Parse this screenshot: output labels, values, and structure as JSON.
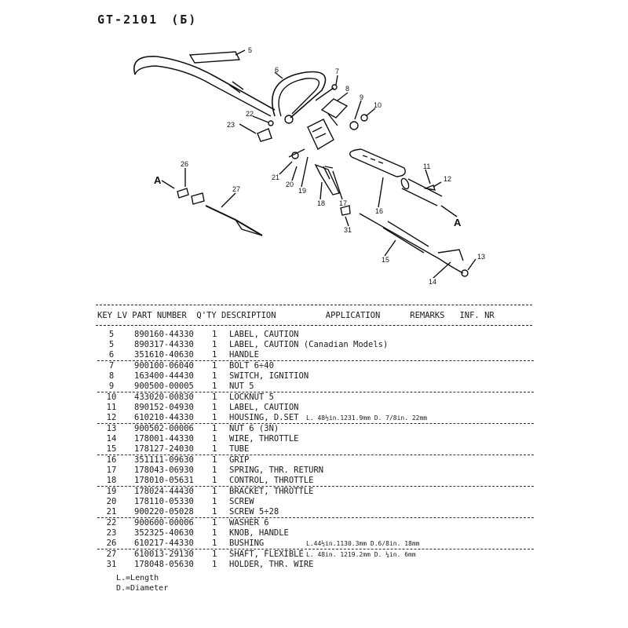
{
  "document": {
    "title": "GT-2101　(Б)"
  },
  "diagram": {
    "callouts": [
      "5",
      "6",
      "7",
      "8",
      "9",
      "10",
      "11",
      "12",
      "13",
      "14",
      "15",
      "16",
      "17",
      "18",
      "19",
      "20",
      "21",
      "22",
      "23",
      "26",
      "27",
      "31"
    ],
    "ref_marks": [
      "A",
      "A"
    ]
  },
  "table": {
    "header": "KEY LV PART NUMBER  Q'TY DESCRIPTION          APPLICATION      REMARKS   INF. NR",
    "rows": [
      {
        "key": "5",
        "part": "890160-44330",
        "qty": "1",
        "desc": "LABEL, CAUTION",
        "note": "",
        "u": false
      },
      {
        "key": "5",
        "part": "890317-44330",
        "qty": "1",
        "desc": "LABEL, CAUTION (Canadian Models)",
        "note": "",
        "u": false
      },
      {
        "key": "6",
        "part": "351610-40630",
        "qty": "1",
        "desc": "HANDLE",
        "note": "",
        "u": true
      },
      {
        "key": "7",
        "part": "900100-06040",
        "qty": "1",
        "desc": "BOLT  6÷40",
        "note": "",
        "u": false
      },
      {
        "key": "8",
        "part": "163400-44430",
        "qty": "1",
        "desc": "SWITCH, IGNITION",
        "note": "",
        "u": false
      },
      {
        "key": "9",
        "part": "900500-00005",
        "qty": "1",
        "desc": "NUT  5",
        "note": "",
        "u": true
      },
      {
        "key": "10",
        "part": "433020-00830",
        "qty": "1",
        "desc": "LOCKNUT  5",
        "note": "",
        "u": false
      },
      {
        "key": "11",
        "part": "890152-04930",
        "qty": "1",
        "desc": "LABEL, CAUTION",
        "note": "",
        "u": false
      },
      {
        "key": "12",
        "part": "610210-44330",
        "qty": "1",
        "desc": "HOUSING, D.SET",
        "note": "L. 48½in.1231.9mm D. 7/8in. 22mm",
        "u": true
      },
      {
        "key": "13",
        "part": "900502-00006",
        "qty": "1",
        "desc": "NUT 6  (3N)",
        "note": "",
        "u": false
      },
      {
        "key": "14",
        "part": "178001-44330",
        "qty": "1",
        "desc": "WIRE, THROTTLE",
        "note": "",
        "u": false
      },
      {
        "key": "15",
        "part": "178127-24030",
        "qty": "1",
        "desc": "TUBE",
        "note": "",
        "u": true
      },
      {
        "key": "16",
        "part": "351111-09630",
        "qty": "1",
        "desc": "GRIP",
        "note": "",
        "u": false
      },
      {
        "key": "17",
        "part": "178043-06930",
        "qty": "1",
        "desc": "SPRING, THR. RETURN",
        "note": "",
        "u": false
      },
      {
        "key": "18",
        "part": "178010-05631",
        "qty": "1",
        "desc": "CONTROL, THROTTLE",
        "note": "",
        "u": true
      },
      {
        "key": "19",
        "part": "178024-44430",
        "qty": "1",
        "desc": "BRACKET, THROTTLE",
        "note": "",
        "u": false
      },
      {
        "key": "20",
        "part": "178110-05330",
        "qty": "1",
        "desc": "SCREW",
        "note": "",
        "u": false
      },
      {
        "key": "21",
        "part": "900220-05028",
        "qty": "1",
        "desc": "SCREW  5÷28",
        "note": "",
        "u": true
      },
      {
        "key": "22",
        "part": "900600-00006",
        "qty": "1",
        "desc": "WASHER  6",
        "note": "",
        "u": false
      },
      {
        "key": "23",
        "part": "352325-40630",
        "qty": "1",
        "desc": "KNOB, HANDLE",
        "note": "",
        "u": false
      },
      {
        "key": "26",
        "part": "610217-44330",
        "qty": "1",
        "desc": "BUSHING",
        "note": "L.44½in.1130.3mm  D.6/8in. 18mm",
        "u": true
      },
      {
        "key": "27",
        "part": "610013-29130",
        "qty": "1",
        "desc": "SHAFT, FLEXIBLE",
        "note": "L. 48in. 1219.2mm D. ¼in. 6mm",
        "u": false
      },
      {
        "key": "31",
        "part": "178048-05630",
        "qty": "1",
        "desc": "HOLDER, THR. WIRE",
        "note": "",
        "u": false
      }
    ]
  },
  "legend": {
    "length": "L.=Length",
    "diameter": "D.=Diameter"
  }
}
